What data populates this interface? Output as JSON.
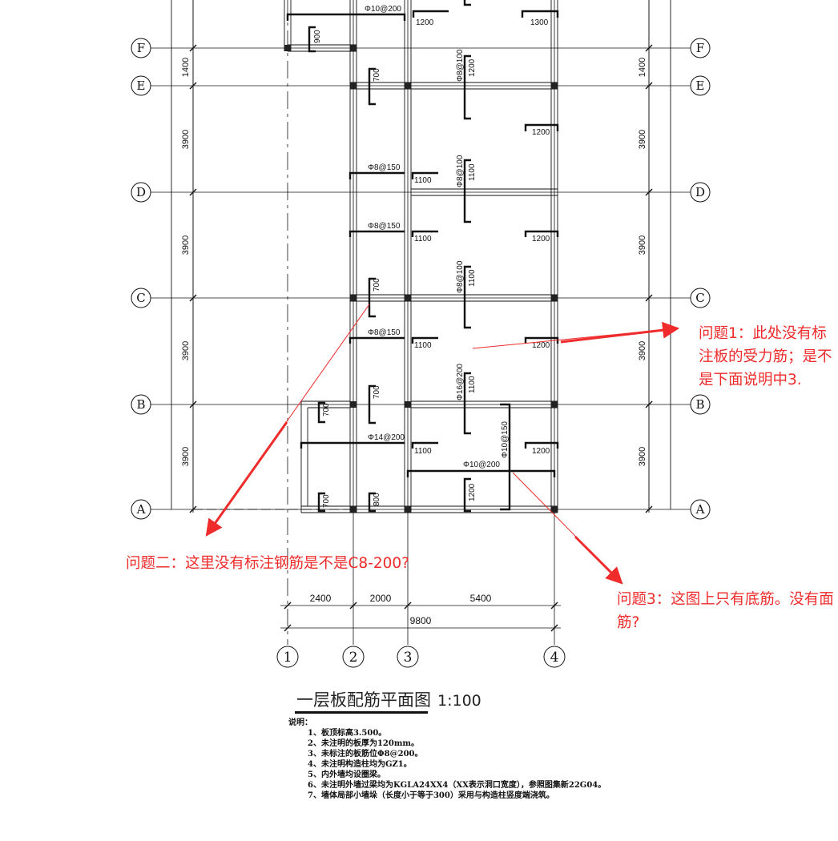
{
  "drawing": {
    "grid_rows": [
      "F",
      "E",
      "D",
      "C",
      "B",
      "A"
    ],
    "grid_cols": [
      "1",
      "2",
      "3",
      "4"
    ],
    "left_dims": [
      "1400",
      "3900",
      "3900",
      "3900",
      "3900"
    ],
    "right_dims": [
      "1400",
      "3900",
      "3900",
      "3900",
      "3900"
    ],
    "bottom_dims": [
      "2400",
      "2000",
      "5400"
    ],
    "bottom_total": "9800",
    "rebar_labels": {
      "top_c2": "Φ10@200",
      "ef_c3": "Φ8@100",
      "de_c2": "Φ8@150",
      "de_c3": "Φ8@100",
      "cd_c2": "Φ8@150",
      "cd_c3": "Φ8@100",
      "bc_c2": "Φ8@150",
      "bc_c3": "Φ16@200",
      "ab_c2": "Φ14@200",
      "ab_c3h": "Φ10@200",
      "ab_c3v": "Φ10@150"
    },
    "bar_lengths": {
      "l1200": "1200",
      "l1300": "1300",
      "l1100": "1100",
      "l900": "900",
      "l700": "700",
      "l800": "800"
    }
  },
  "title": {
    "main": "一层板配筋平面图",
    "scale": "1:100"
  },
  "notes": {
    "heading": "说明：",
    "lines": [
      "1、板顶标高3.500。",
      "2、未注明的板厚为120mm。",
      "3、未标注的板筋位Φ8@200。",
      "4、未注明构造柱均为GZ1。",
      "5、内外墙均设圈梁。",
      "6、未注明外墙过梁均为KGLA24XX4（XX表示洞口宽度），参照图集新22G04。",
      "7、墙体局部小墙垛（长度小于等于300）采用与构造柱竖度端浇筑。"
    ]
  },
  "annotations": {
    "q1": "问题1：此处没有标注板的受力筋；是不是下面说明中3.",
    "q2": "问题二：这里没有标注钢筋是不是C8-200?",
    "q3": "问题3：这图上只有底筋。没有面筋?"
  },
  "colors": {
    "line": "#111111",
    "annotation": "#ef2b2b"
  }
}
